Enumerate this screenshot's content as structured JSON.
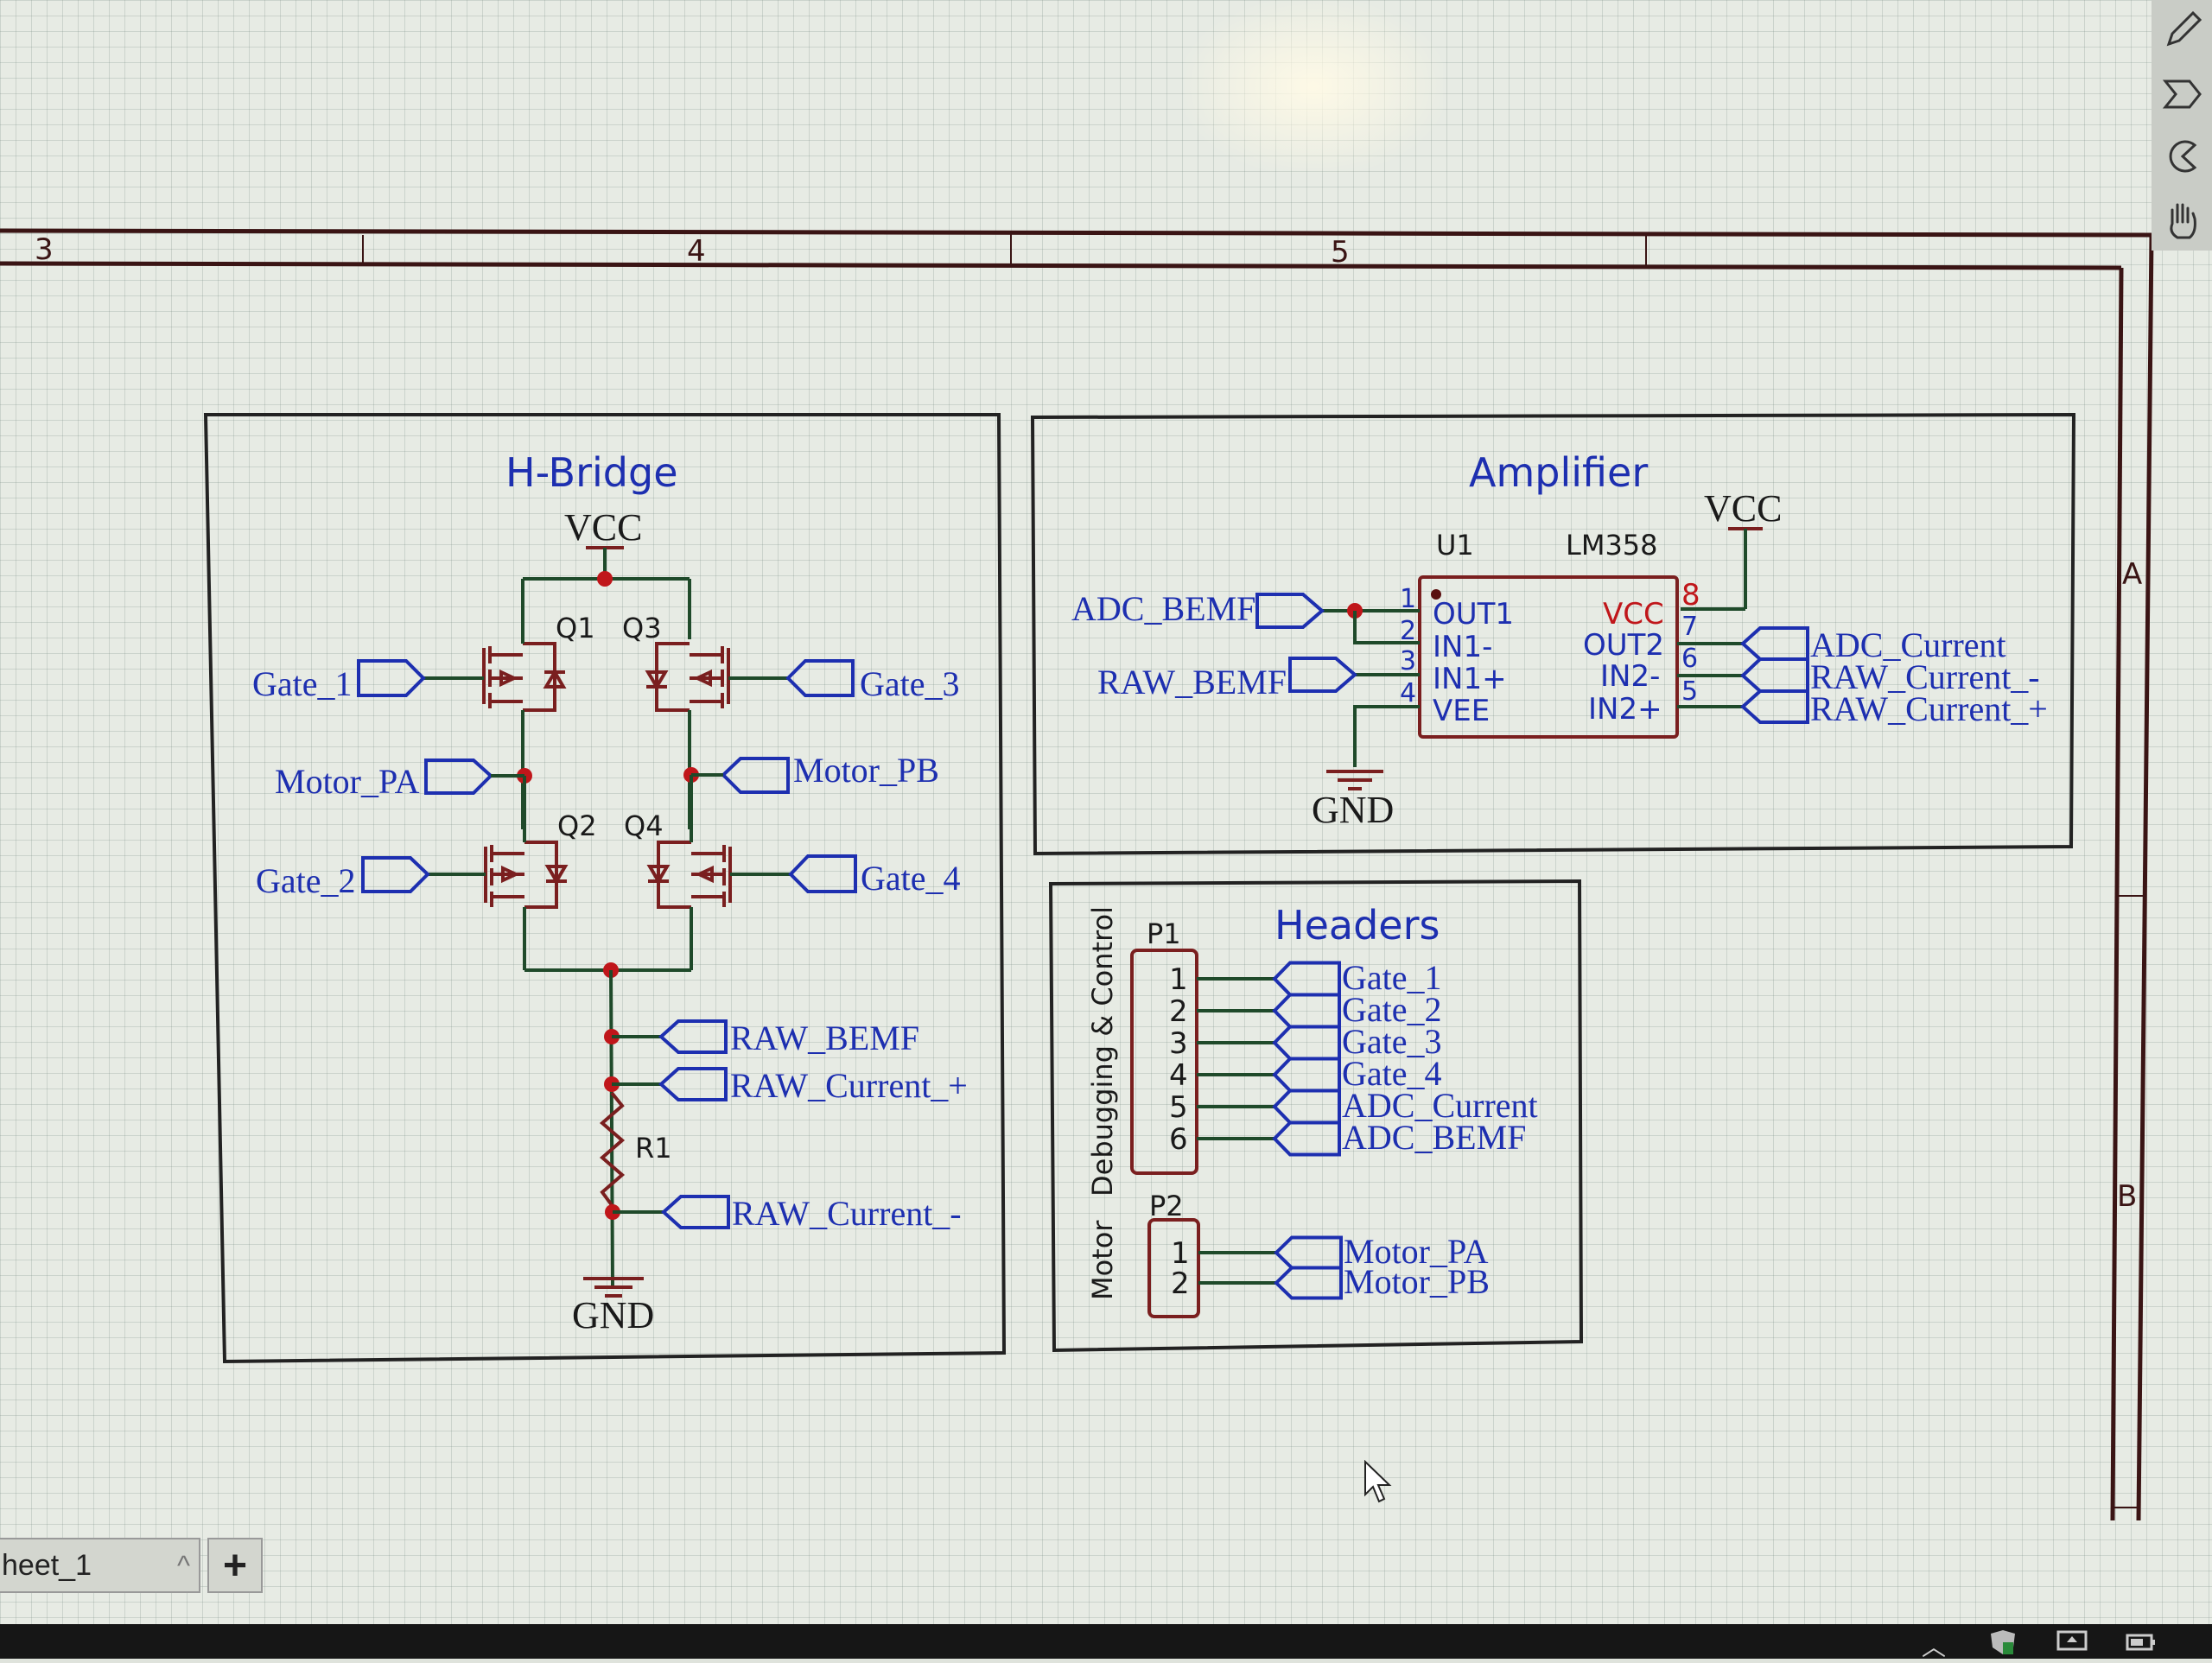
{
  "toolbar": {
    "tools": [
      {
        "name": "pencil-icon"
      },
      {
        "name": "wire-tool-icon"
      },
      {
        "name": "arc-tool-icon"
      },
      {
        "name": "pan-hand-icon"
      }
    ]
  },
  "frame": {
    "column_labels": [
      "3",
      "4",
      "5"
    ],
    "row_labels": [
      "A",
      "B"
    ]
  },
  "hbridge": {
    "title": "H-Bridge",
    "vcc": "VCC",
    "gnd": "GND",
    "transistors": [
      "Q1",
      "Q3",
      "Q2",
      "Q4"
    ],
    "resistor": "R1",
    "ports": {
      "gate1": "Gate_1",
      "gate2": "Gate_2",
      "gate3": "Gate_3",
      "gate4": "Gate_4",
      "motor_pa": "Motor_PA",
      "motor_pb": "Motor_PB",
      "raw_bemf": "RAW_BEMF",
      "raw_current_plus": "RAW_Current_+",
      "raw_current_minus": "RAW_Current_-"
    }
  },
  "amplifier": {
    "title": "Amplifier",
    "ref": "U1",
    "part": "LM358",
    "vcc": "VCC",
    "gnd": "GND",
    "left_pins": [
      {
        "num": "1",
        "name": "OUT1"
      },
      {
        "num": "2",
        "name": "IN1-"
      },
      {
        "num": "3",
        "name": "IN1+"
      },
      {
        "num": "4",
        "name": "VEE"
      }
    ],
    "right_pins": [
      {
        "num": "8",
        "name": "VCC"
      },
      {
        "num": "7",
        "name": "OUT2"
      },
      {
        "num": "6",
        "name": "IN2-"
      },
      {
        "num": "5",
        "name": "IN2+"
      }
    ],
    "ports": {
      "adc_bemf": "ADC_BEMF",
      "raw_bemf": "RAW_BEMF",
      "adc_current": "ADC_Current",
      "raw_current_minus": "RAW_Current_-",
      "raw_current_plus": "RAW_Current_+"
    }
  },
  "headers": {
    "title": "Headers",
    "side_label_p1": "Debugging & Control",
    "side_label_p2": "Motor",
    "p1": {
      "ref": "P1",
      "pins": [
        "1",
        "2",
        "3",
        "4",
        "5",
        "6"
      ],
      "nets": [
        "Gate_1",
        "Gate_2",
        "Gate_3",
        "Gate_4",
        "ADC_Current",
        "ADC_BEMF"
      ]
    },
    "p2": {
      "ref": "P2",
      "pins": [
        "1",
        "2"
      ],
      "nets": [
        "Motor_PA",
        "Motor_PB"
      ]
    }
  },
  "sheet_tabs": {
    "active": "heet_1",
    "add_label": "+"
  },
  "taskbar": {
    "tray": [
      "chevron-up-icon",
      "defender-shield-icon",
      "display-upload-icon",
      "battery-icon"
    ]
  }
}
